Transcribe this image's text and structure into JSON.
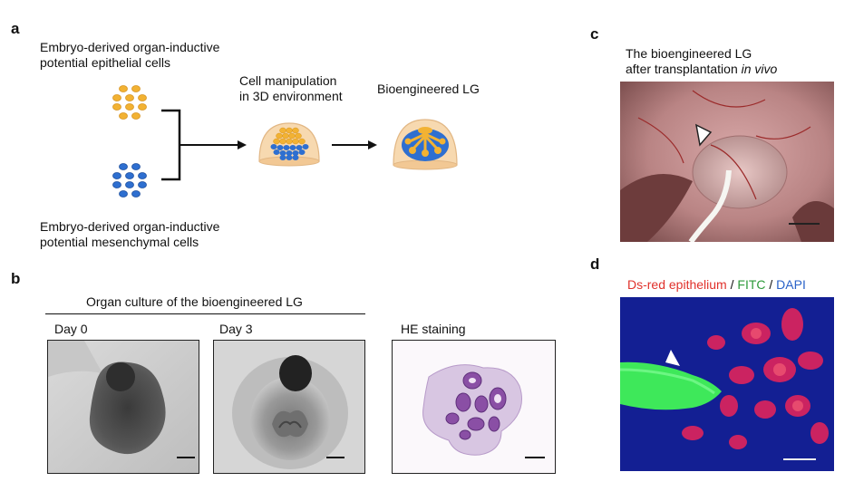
{
  "panels": {
    "a": {
      "label": "a",
      "epithelial_text": "Embryo-derived organ-inductive potential epithelial cells",
      "epithelial_line1": "Embryo-derived organ-inductive",
      "epithelial_line2": "potential epithelial cells",
      "mesenchymal_line1": "Embryo-derived organ-inductive",
      "mesenchymal_line2": "potential mesenchymal cells",
      "manipulation_line1": "Cell manipulation",
      "manipulation_line2": "in 3D environment",
      "bioengineered": "Bioengineered LG",
      "colors": {
        "epithelial": "#f2b233",
        "mesenchymal": "#2e6fd0",
        "dome": "#f7d9b0"
      }
    },
    "b": {
      "label": "b",
      "header": "Organ culture of the bioengineered LG",
      "day0": "Day 0",
      "day3": "Day 3",
      "he": "HE staining"
    },
    "c": {
      "label": "c",
      "title_line1": "The bioengineered LG",
      "title_line2_plain": "after transplantation ",
      "title_line2_italic": "in vivo"
    },
    "d": {
      "label": "d",
      "legend_red": "Ds-red epithelium",
      "legend_sep1": " / ",
      "legend_green": "FITC",
      "legend_sep2": " / ",
      "legend_blue": "DAPI",
      "colors": {
        "red": "#e0312b",
        "green": "#2e9a3a",
        "blue": "#2a62c8"
      }
    }
  }
}
